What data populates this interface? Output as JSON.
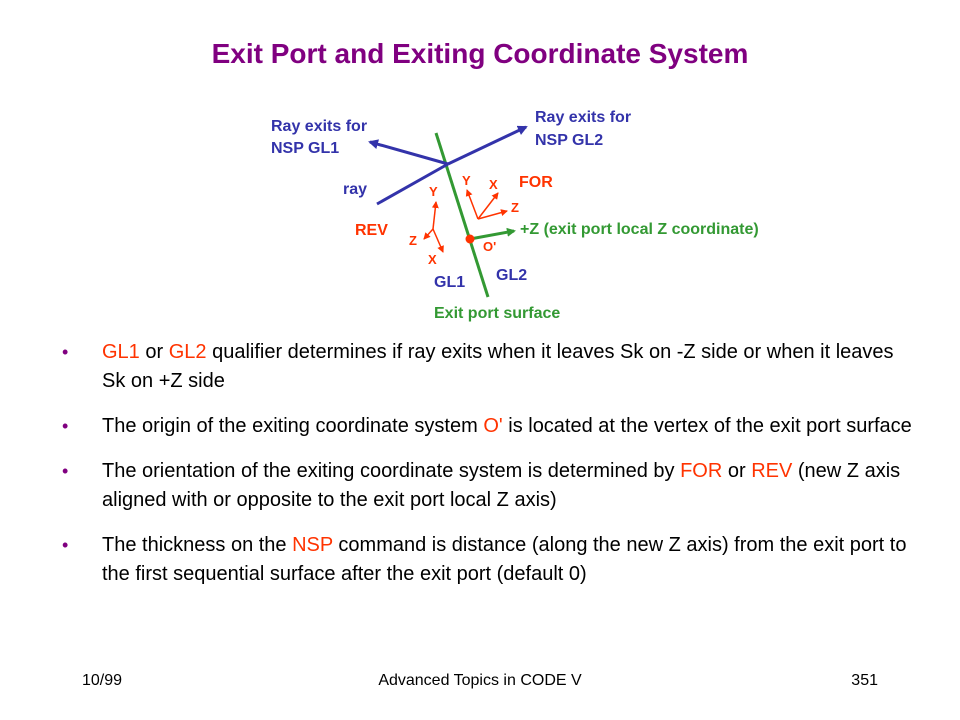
{
  "slide": {
    "title": "Exit Port and Exiting Coordinate System"
  },
  "diagram": {
    "labels": {
      "ray_exits_gl1_line1": "Ray exits for",
      "ray_exits_gl1_line2": "NSP GL1",
      "ray_exits_gl2_line1": "Ray exits for",
      "ray_exits_gl2_line2": "NSP GL2",
      "ray": "ray",
      "for": "FOR",
      "rev": "REV",
      "plus_z": "+Z (exit port local Z coordinate)",
      "origin": "O'",
      "gl1": "GL1",
      "gl2": "GL2",
      "exit_surface": "Exit port surface",
      "for_y": "Y",
      "for_x": "X",
      "for_z": "Z",
      "rev_y": "Y",
      "rev_z": "Z",
      "rev_x": "X"
    },
    "colors": {
      "blue": "#3333aa",
      "green": "#339933",
      "red": "#ff3300",
      "purple": "#800080"
    }
  },
  "bullets": [
    {
      "seg1": "GL1",
      "seg2": " or ",
      "seg3": "GL2",
      "seg4": " qualifier determines if ray exits when it leaves Sk on -Z side or when it leaves Sk on +Z side"
    },
    {
      "seg1": "The origin of the exiting coordinate system ",
      "seg2": "O'",
      "seg3": " is located at the vertex of the exit port surface"
    },
    {
      "seg1": "The orientation of the exiting coordinate system is determined by ",
      "seg2": "FOR",
      "seg3": " or ",
      "seg4": "REV",
      "seg5": " (new Z axis aligned with or opposite to the exit port local Z axis)"
    },
    {
      "seg1": "The thickness on the ",
      "seg2": "NSP",
      "seg3": " command is distance (along the new Z axis) from the exit port to the first sequential surface after the exit port (default 0)"
    }
  ],
  "bullet_marker": "•",
  "footer": {
    "date": "10/99",
    "course": "Advanced Topics in CODE V",
    "page": "351"
  }
}
